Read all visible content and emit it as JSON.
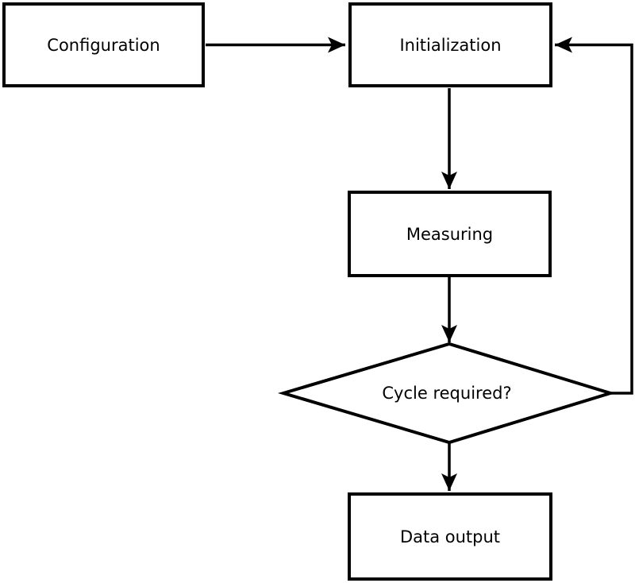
{
  "diagram": {
    "type": "flowchart",
    "background_color": "#ffffff",
    "line_color": "#000000",
    "nodes": [
      {
        "id": "configuration",
        "shape": "rectangle",
        "label": "Configuration"
      },
      {
        "id": "initialization",
        "shape": "rectangle",
        "label": "Initialization"
      },
      {
        "id": "measuring",
        "shape": "rectangle",
        "label": "Measuring"
      },
      {
        "id": "cycle-required",
        "shape": "diamond",
        "label": "Cycle required?"
      },
      {
        "id": "data-output",
        "shape": "rectangle",
        "label": "Data output"
      }
    ],
    "edges": [
      {
        "from": "configuration",
        "to": "initialization",
        "style": "arrow-right"
      },
      {
        "from": "initialization",
        "to": "measuring",
        "style": "arrow-down"
      },
      {
        "from": "measuring",
        "to": "cycle-required",
        "style": "arrow-down"
      },
      {
        "from": "cycle-required",
        "to": "data-output",
        "style": "arrow-down"
      },
      {
        "from": "cycle-required",
        "to": "initialization",
        "style": "feedback-loop-right"
      }
    ]
  }
}
